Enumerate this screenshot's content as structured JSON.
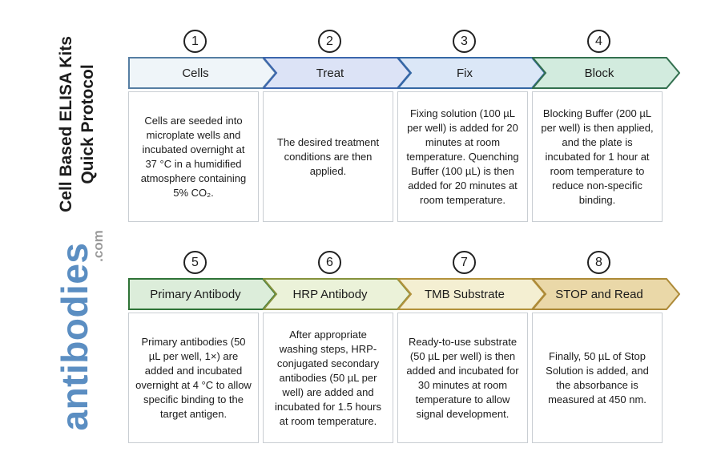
{
  "sidebar": {
    "title_line1": "Cell Based ELISA Kits",
    "title_line2": "Quick Protocol",
    "logo_text": "antibodies",
    "logo_suffix": ".com",
    "logo_color": "#5b8ec2",
    "suffix_color": "#9b9b9b"
  },
  "protocol": {
    "rows": [
      {
        "steps": [
          {
            "number": "1",
            "label": "Cells",
            "description": "Cells are seeded into microplate wells and incubated overnight at 37 °C in a humidified atmosphere containing 5% CO₂.",
            "fill": "#eff5f9",
            "border": "#567ea3"
          },
          {
            "number": "2",
            "label": "Treat",
            "description": "The desired treatment conditions are then applied.",
            "fill": "#dce3f6",
            "border": "#3c66ad"
          },
          {
            "number": "3",
            "label": "Fix",
            "description": "Fixing solution (100 µL per well) is added for 20 minutes at room temperature. Quenching Buffer (100 µL) is then added for 20 minutes at room temperature.",
            "fill": "#dbe7f7",
            "border": "#3568a4"
          },
          {
            "number": "4",
            "label": "Block",
            "description": "Blocking Buffer (200 µL per well) is then applied, and the plate is incubated for 1 hour at room temperature to reduce non-specific binding.",
            "fill": "#d2ebde",
            "border": "#33704f"
          }
        ]
      },
      {
        "steps": [
          {
            "number": "5",
            "label": "Primary Antibody",
            "description": "Primary antibodies (50 µL per well, 1×) are added and incubated overnight at 4 °C to allow specific binding to the target antigen.",
            "fill": "#dcedda",
            "border": "#2f7337"
          },
          {
            "number": "6",
            "label": "HRP Antibody",
            "description": "After appropriate washing steps, HRP-conjugated secondary antibodies (50 µL per well) are added and incubated for 1.5 hours at room temperature.",
            "fill": "#ebf2d9",
            "border": "#85923d"
          },
          {
            "number": "7",
            "label": "TMB Substrate",
            "description": "Ready-to-use substrate (50 µL per well) is then added and incubated for 30 minutes at room temperature to allow signal development.",
            "fill": "#f4efd2",
            "border": "#b3923c"
          },
          {
            "number": "8",
            "label": "STOP and Read",
            "description": "Finally, 50 µL of Stop Solution is added, and the absorbance is measured at 450 nm.",
            "fill": "#ead8a8",
            "border": "#ad8a38"
          }
        ]
      }
    ]
  }
}
